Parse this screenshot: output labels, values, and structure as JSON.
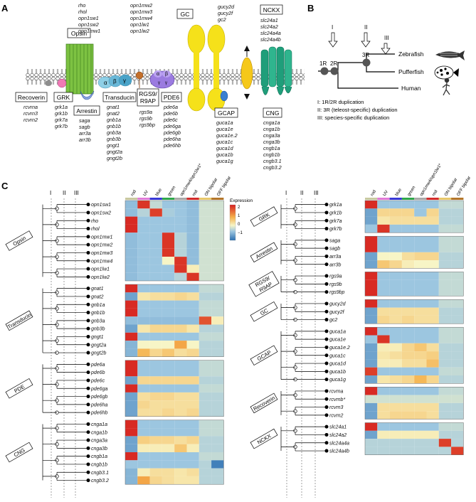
{
  "panelA": {
    "label": "A",
    "proteins": [
      {
        "id": "opsin",
        "name": "Opsin",
        "genes": [
          "rho",
          "rhol",
          "opn1sw1",
          "opn1sw2",
          "opn1mw1"
        ]
      },
      {
        "id": "opsin2",
        "name": "",
        "genes": [
          "opn1mw2",
          "opn1mw3",
          "opn1mw4",
          "opn1lw1",
          "opn1lw2"
        ]
      },
      {
        "id": "gc",
        "name": "GC",
        "genes": [
          "gucy2d",
          "gucy2f",
          "gc2"
        ]
      },
      {
        "id": "nckx",
        "name": "NCKX",
        "genes": [
          "slc24a1",
          "slc24a2",
          "slc24a4a",
          "slc24a4b"
        ]
      },
      {
        "id": "recoverin",
        "name": "Recoverin",
        "genes": [
          "rcvrna",
          "rcvrn3",
          "rcvrn2"
        ]
      },
      {
        "id": "grk",
        "name": "GRK",
        "genes": [
          "grk1a",
          "grk1b",
          "grk7a",
          "grk7b"
        ]
      },
      {
        "id": "arrestin",
        "name": "Arrestin",
        "genes": [
          "saga",
          "sagb",
          "arr3a",
          "arr3b"
        ]
      },
      {
        "id": "transducin",
        "name": "Transducin",
        "genes": [
          "gnat1",
          "gnat2",
          "gnb1a",
          "gnb1b",
          "gnb3a",
          "gnb3b",
          "gngt1",
          "gngt2a",
          "gngt2b"
        ]
      },
      {
        "id": "rgs",
        "name": "RGS9/\nR9AP",
        "genes": [
          "rgs9a",
          "rgs9b",
          "rgs9bp"
        ]
      },
      {
        "id": "pde6",
        "name": "PDE6",
        "genes": [
          "pde6a",
          "pde6b",
          "pde6c",
          "pde6ga",
          "pde6gb",
          "pde6ha",
          "pde6hb"
        ]
      },
      {
        "id": "gcap",
        "name": "GCAP",
        "genes": [
          "guca1a",
          "guca1e",
          "guca1e.2",
          "guca1c",
          "guca1d",
          "guca1b",
          "guca1g"
        ]
      },
      {
        "id": "cng",
        "name": "CNG",
        "genes": [
          "cnga1a",
          "cnga1b",
          "cnga3a",
          "cnga3b",
          "cngb1a",
          "cngb1b",
          "cngb3.1",
          "cngb3.2"
        ]
      }
    ],
    "subunits": {
      "alpha": "α",
      "beta": "β",
      "gamma": "γ"
    }
  },
  "panelB": {
    "label": "B",
    "events": [
      "I",
      "II",
      "III"
    ],
    "nodes": [
      "1R",
      "2R",
      "3R"
    ],
    "species": [
      "Zebrafish",
      "Pufferfish",
      "Human"
    ],
    "legend": [
      "I: 1R/2R duplication",
      "II: 3R (teleost-specific) duplication",
      "III: species-specific duplication"
    ]
  },
  "panelC": {
    "label": "C",
    "events": [
      "I",
      "II",
      "III"
    ],
    "columns": [
      "rod",
      "UV",
      "blue",
      "green",
      "opn1mw4/opn1lw1*",
      "red",
      "ON bipolar",
      "OFF bipolar"
    ],
    "column_colors": [
      "#c9c9a0",
      "#e27ad8",
      "#3838d8",
      "#2ea84a",
      "#a9a9a9",
      "#d42a2a",
      "#e8c86a",
      "#b4762a"
    ],
    "colorbar": {
      "title": "Expression",
      "ticks": [
        "2",
        "1",
        "0",
        "−1"
      ],
      "min": -1.5,
      "max": 2.5
    },
    "left_groups": [
      {
        "name": "Opsin",
        "genes": [
          "opn1sw1",
          "opn1sw2",
          "rho",
          "rhol",
          "opn1mw1",
          "opn1mw2",
          "opn1mw3",
          "opn1mw4",
          "opn1lw1",
          "opn1lw2"
        ],
        "values": [
          [
            -0.6,
            2.3,
            -0.2,
            -0.5,
            -0.5,
            -0.6,
            -0.1,
            -0.1
          ],
          [
            -0.6,
            -0.3,
            2.2,
            -0.4,
            -0.5,
            -0.6,
            -0.1,
            -0.1
          ],
          [
            2.4,
            -0.5,
            -0.5,
            -0.5,
            -0.5,
            -0.6,
            -0.1,
            -0.1
          ],
          [
            2.4,
            -0.5,
            -0.5,
            -0.5,
            -0.5,
            -0.6,
            -0.1,
            -0.1
          ],
          [
            -0.6,
            -0.5,
            -0.5,
            2.3,
            -0.3,
            -0.6,
            -0.1,
            -0.1
          ],
          [
            -0.6,
            -0.5,
            -0.5,
            2.3,
            -0.3,
            -0.6,
            -0.1,
            -0.1
          ],
          [
            -0.6,
            -0.5,
            -0.5,
            2.3,
            -0.3,
            -0.6,
            -0.1,
            -0.1
          ],
          [
            -0.6,
            -0.5,
            -0.5,
            0.2,
            2.3,
            -0.6,
            -0.1,
            -0.1
          ],
          [
            -0.6,
            -0.5,
            -0.5,
            -0.5,
            2.3,
            0.3,
            -0.1,
            -0.1
          ],
          [
            -0.6,
            -0.5,
            -0.5,
            -0.5,
            -0.3,
            2.3,
            -0.1,
            -0.1
          ]
        ]
      },
      {
        "name": "Transducin",
        "genes": [
          "gnat1",
          "gnat2",
          "gnb1a",
          "gnb1b",
          "gnb3a",
          "gnb3b",
          "gngt1",
          "gngt2a",
          "gngt2b"
        ],
        "values": [
          [
            2.4,
            -0.5,
            -0.5,
            -0.5,
            -0.5,
            -0.5,
            -0.2,
            -0.2
          ],
          [
            -0.9,
            0.4,
            0.5,
            0.5,
            0.6,
            0.5,
            -0.3,
            -0.3
          ],
          [
            2.4,
            -0.5,
            -0.5,
            -0.5,
            -0.5,
            -0.5,
            -0.2,
            -0.2
          ],
          [
            2.4,
            -0.5,
            -0.5,
            -0.5,
            -0.5,
            -0.5,
            -0.2,
            -0.2
          ],
          [
            -0.6,
            -0.6,
            -0.6,
            -0.6,
            -0.6,
            -0.6,
            2.0,
            0.3
          ],
          [
            -0.9,
            0.4,
            0.6,
            0.6,
            0.6,
            0.4,
            -0.3,
            -0.3
          ],
          [
            2.4,
            -0.5,
            -0.5,
            -0.5,
            -0.5,
            -0.5,
            -0.2,
            -0.2
          ],
          [
            -0.7,
            0.2,
            0.2,
            0.2,
            1.2,
            0.2,
            -0.3,
            -0.3
          ],
          [
            -0.7,
            1.0,
            0.6,
            0.8,
            0.5,
            0.6,
            -0.3,
            -0.3
          ]
        ]
      },
      {
        "name": "PDE",
        "genes": [
          "pde6a",
          "pde6b",
          "pde6c",
          "pde6ga",
          "pde6gb",
          "pde6ha",
          "pde6hb"
        ],
        "values": [
          [
            2.4,
            -0.5,
            -0.5,
            -0.5,
            -0.5,
            -0.5,
            -0.2,
            -0.2
          ],
          [
            2.4,
            -0.5,
            -0.5,
            -0.5,
            -0.5,
            -0.5,
            -0.2,
            -0.2
          ],
          [
            -0.9,
            0.6,
            0.6,
            0.6,
            0.6,
            0.6,
            -0.3,
            -0.3
          ],
          [
            2.4,
            -0.5,
            -0.5,
            -0.5,
            -0.5,
            -0.5,
            -0.2,
            -0.2
          ],
          [
            -0.9,
            0.5,
            0.6,
            0.6,
            0.5,
            0.5,
            -0.3,
            -0.3
          ],
          [
            -0.9,
            0.6,
            0.5,
            0.5,
            0.5,
            0.5,
            -0.3,
            -0.3
          ],
          [
            -0.9,
            0.5,
            0.5,
            0.6,
            0.5,
            0.6,
            -0.3,
            -0.3
          ]
        ]
      },
      {
        "name": "CNG",
        "genes": [
          "cnga1a",
          "cnga1b",
          "cnga3a",
          "cnga3b",
          "cngb1a",
          "cngb1b",
          "cngb3.1",
          "cngb3.2"
        ],
        "values": [
          [
            2.4,
            -0.5,
            -0.5,
            -0.5,
            -0.5,
            -0.5,
            -0.2,
            -0.2
          ],
          [
            2.4,
            -0.5,
            -0.5,
            -0.5,
            -0.5,
            -0.5,
            -0.2,
            -0.2
          ],
          [
            -0.9,
            0.7,
            0.6,
            0.6,
            0.5,
            0.6,
            -0.3,
            -0.3
          ],
          [
            -0.9,
            0.3,
            0.3,
            0.3,
            0.8,
            0.3,
            -0.3,
            -0.3
          ],
          [
            2.4,
            -0.5,
            -0.5,
            -0.5,
            -0.5,
            -0.5,
            -0.2,
            -0.2
          ],
          [
            -0.5,
            -0.5,
            -0.5,
            -0.5,
            -0.5,
            -0.5,
            -0.3,
            -1.3
          ],
          [
            -0.7,
            0.3,
            0.5,
            0.5,
            0.4,
            0.5,
            -0.3,
            -0.3
          ],
          [
            -0.7,
            1.2,
            0.6,
            0.5,
            0.4,
            0.4,
            -0.3,
            -0.3
          ]
        ]
      }
    ],
    "right_groups": [
      {
        "name": "GRK",
        "genes": [
          "grk1a",
          "grk1b",
          "grk7a",
          "grk7b"
        ],
        "values": [
          [
            2.4,
            -0.5,
            -0.5,
            -0.5,
            -0.5,
            -0.5,
            -0.2,
            -0.2
          ],
          [
            -0.9,
            0.6,
            0.6,
            0.6,
            -0.5,
            0.6,
            -0.3,
            -0.3
          ],
          [
            -0.9,
            0.4,
            0.5,
            0.5,
            0.5,
            0.5,
            -0.3,
            -0.3
          ],
          [
            -0.5,
            2.3,
            -0.5,
            -0.5,
            -0.5,
            -0.5,
            -0.2,
            -0.2
          ]
        ]
      },
      {
        "name": "Arrestin",
        "genes": [
          "saga",
          "sagb",
          "arr3a",
          "arr3b"
        ],
        "values": [
          [
            2.4,
            -0.5,
            -0.5,
            -0.5,
            -0.5,
            -0.5,
            -0.2,
            -0.2
          ],
          [
            2.4,
            -0.5,
            -0.5,
            -0.5,
            -0.5,
            -0.5,
            -0.2,
            -0.2
          ],
          [
            -0.9,
            0.2,
            0.2,
            0.5,
            0.6,
            0.6,
            -0.3,
            -0.3
          ],
          [
            -0.9,
            0.8,
            0.6,
            0.3,
            0.2,
            0.2,
            -0.3,
            -0.3
          ]
        ]
      },
      {
        "name": "RGS9/\nR9AP",
        "genes": [
          "rgs9a",
          "rgs9b",
          "rgs9bp"
        ],
        "values": [
          [
            2.4,
            -0.5,
            -0.5,
            -0.5,
            -0.5,
            -0.5,
            -0.2,
            -0.2
          ],
          [
            2.4,
            -0.5,
            -0.5,
            -0.5,
            -0.5,
            -0.5,
            -0.2,
            -0.2
          ],
          [
            2.4,
            -0.5,
            -0.5,
            -0.5,
            -0.5,
            -0.5,
            -0.2,
            -0.2
          ]
        ]
      },
      {
        "name": "GC",
        "genes": [
          "gucy2d",
          "gucy2f",
          "gc2"
        ],
        "values": [
          [
            2.4,
            -0.5,
            -0.5,
            -0.5,
            -0.5,
            -0.5,
            -0.2,
            -0.2
          ],
          [
            -0.9,
            0.5,
            0.5,
            0.5,
            0.5,
            0.5,
            -0.3,
            -0.3
          ],
          [
            -0.9,
            0.6,
            0.5,
            0.6,
            0.5,
            0.5,
            -0.3,
            -0.3
          ]
        ]
      },
      {
        "name": "GCAP",
        "genes": [
          "guca1a",
          "guca1e",
          "guca1e.2",
          "guca1c",
          "guca1d",
          "guca1b",
          "guca1g"
        ],
        "values": [
          [
            2.4,
            -0.5,
            -0.5,
            -0.5,
            -0.5,
            -0.5,
            -0.2,
            -0.2
          ],
          [
            -0.5,
            2.3,
            -0.5,
            -0.5,
            -0.5,
            -0.5,
            -0.2,
            -0.2
          ],
          [
            -0.9,
            0.3,
            0.3,
            0.6,
            0.8,
            0.5,
            -0.3,
            -0.3
          ],
          [
            -0.9,
            0.4,
            0.5,
            0.6,
            0.6,
            0.7,
            -0.3,
            -0.3
          ],
          [
            -0.9,
            0.3,
            0.3,
            0.5,
            0.5,
            0.9,
            -0.3,
            -0.3
          ],
          [
            2.2,
            -0.5,
            -0.5,
            -0.5,
            -0.5,
            -0.5,
            -0.2,
            -0.2
          ],
          [
            -0.9,
            0.4,
            0.5,
            0.6,
            1.0,
            0.6,
            -0.3,
            -0.3
          ]
        ]
      },
      {
        "name": "Recoverin",
        "genes": [
          "rcvrna",
          "rcvrnb*",
          "rcvrn3",
          "rcvrn2"
        ],
        "values": [
          [
            2.4,
            -0.5,
            -0.5,
            -0.5,
            -0.5,
            -0.5,
            -0.2,
            -0.2
          ],
          [
            -0.1,
            -0.1,
            -0.1,
            -0.1,
            -0.1,
            -0.1,
            -0.1,
            -0.1
          ],
          [
            -0.9,
            0.5,
            0.5,
            0.5,
            0.5,
            0.5,
            -0.3,
            -0.3
          ],
          [
            -0.9,
            0.5,
            0.6,
            0.6,
            0.6,
            0.5,
            -0.3,
            -0.3
          ]
        ]
      },
      {
        "name": "NCKX",
        "genes": [
          "slc24a1",
          "slc24a2",
          "slc24a4a",
          "slc24a4b"
        ],
        "values": [
          [
            2.4,
            -0.5,
            -0.5,
            -0.5,
            -0.5,
            -0.5,
            -0.2,
            -0.2
          ],
          [
            -0.9,
            0.3,
            0.3,
            0.3,
            0.3,
            0.3,
            -0.3,
            -0.3
          ],
          [
            -0.3,
            -0.3,
            -0.3,
            -0.3,
            -0.3,
            -0.3,
            2.2,
            -0.3
          ],
          [
            -0.3,
            -0.3,
            -0.3,
            -0.3,
            -0.3,
            -0.3,
            -0.3,
            2.2
          ]
        ]
      }
    ]
  }
}
